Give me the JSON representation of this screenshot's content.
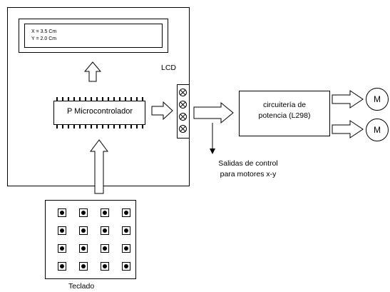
{
  "lcd": {
    "line1": "X = 3.5 Cm",
    "line2": "Y = 2.0 Cm",
    "label": "LCD"
  },
  "microcontroller": {
    "label": "Microcontrolador"
  },
  "driver": {
    "line1": "circuitería de",
    "line2": "potencia (L298)"
  },
  "motors": [
    {
      "label": "M"
    },
    {
      "label": "M"
    }
  ],
  "outputs": {
    "line1": "Salidas de control",
    "line2": "para motores x-y"
  },
  "keypad": {
    "label": "Teclado",
    "rows": 4,
    "cols": 4
  }
}
